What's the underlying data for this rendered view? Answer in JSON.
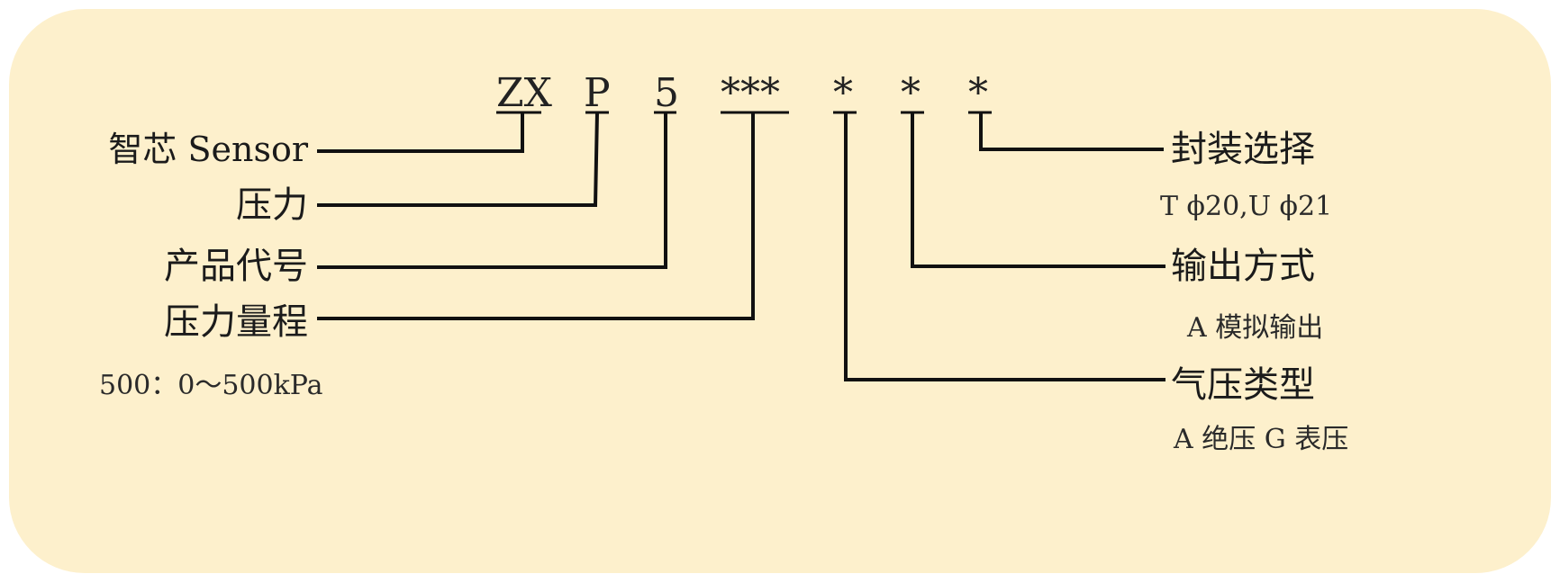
{
  "colors": {
    "panel_fill": "#fdf0cc",
    "line": "#111111"
  },
  "code": {
    "parts": [
      "ZX",
      "P",
      "5",
      "***",
      "*",
      "*",
      "*"
    ]
  },
  "left_labels": {
    "brand": "智芯 Sensor",
    "pressure": "压力",
    "product_code": "产品代号",
    "range": "压力量程",
    "range_note": "500：0～500kPa"
  },
  "right_labels": {
    "package": "封装选择",
    "package_note": "T  ϕ20,U  ϕ21",
    "output": "输出方式",
    "output_note": "A 模拟输出",
    "pressure_type": "气压类型",
    "pressure_type_note": "A  绝压   G  表压"
  }
}
